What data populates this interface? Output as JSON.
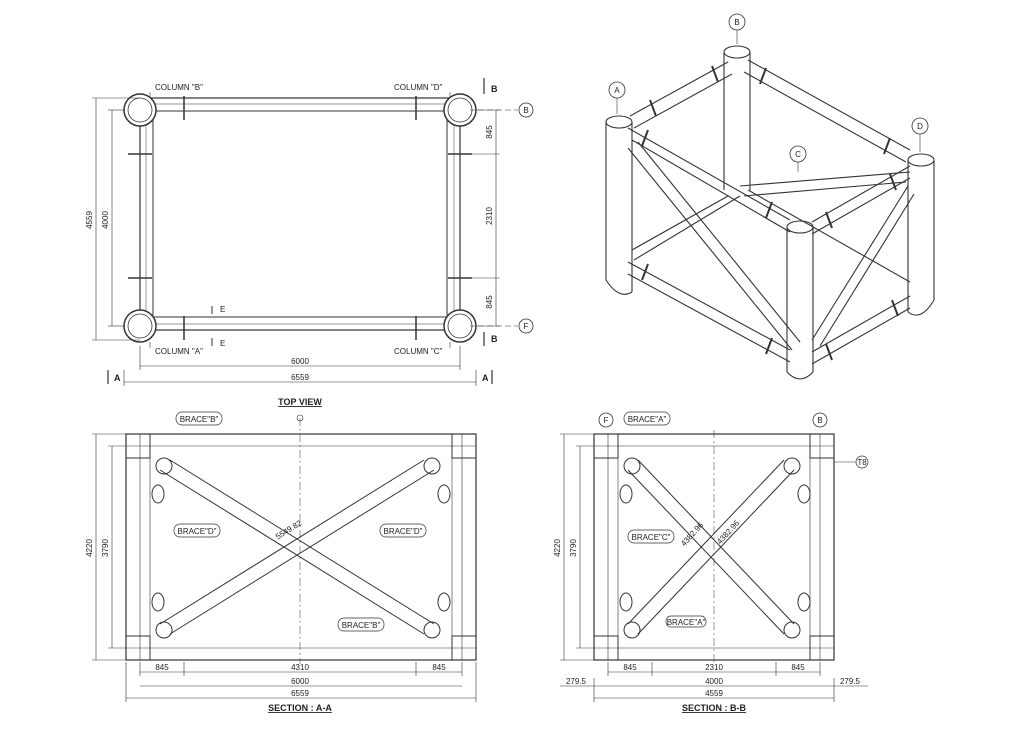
{
  "top_view": {
    "title": "TOP VIEW",
    "column_b": "COLUMN \"B\"",
    "column_d": "COLUMN \"D\"",
    "column_a": "COLUMN \"A\"",
    "column_c": "COLUMN \"C\"",
    "dim_6000": "6000",
    "dim_6559": "6559",
    "dim_4000": "4000",
    "dim_4559": "4559",
    "dim_845_top": "845",
    "dim_2310": "2310",
    "dim_845_bottom": "845",
    "cut_a": "A",
    "cut_b": "B",
    "cut_e": "E",
    "grid_b": "B",
    "grid_f": "F"
  },
  "iso_view": {
    "label_a": "A",
    "label_b": "B",
    "label_c": "C",
    "label_d": "D"
  },
  "section_aa": {
    "title": "SECTION : A-A",
    "brace_b_top": "BRACE\"B\"",
    "brace_d_left": "BRACE\"D\"",
    "brace_d_right": "BRACE\"D\"",
    "brace_b_bottom": "BRACE\"B\"",
    "diag": "5549.82",
    "dim_4220": "4220",
    "dim_3790": "3790",
    "dim_845_l": "845",
    "dim_4310": "4310",
    "dim_845_r": "845",
    "dim_6000": "6000",
    "dim_6559": "6559"
  },
  "section_bb": {
    "title": "SECTION : B-B",
    "brace_a_top": "BRACE\"A\"",
    "brace_c": "BRACE\"C\"",
    "brace_a_bottom": "BRACE\"A\"",
    "diag1": "4382.96",
    "diag2": "4382.96",
    "dim_4220": "4220",
    "dim_3790": "3790",
    "dim_845_l": "845",
    "dim_2310": "2310",
    "dim_845_r": "845",
    "dim_2795_l": "279.5",
    "dim_4000": "4000",
    "dim_2795_r": "279.5",
    "dim_4559": "4559",
    "grid_f": "F",
    "grid_b": "B",
    "mark_t8": "T8"
  }
}
